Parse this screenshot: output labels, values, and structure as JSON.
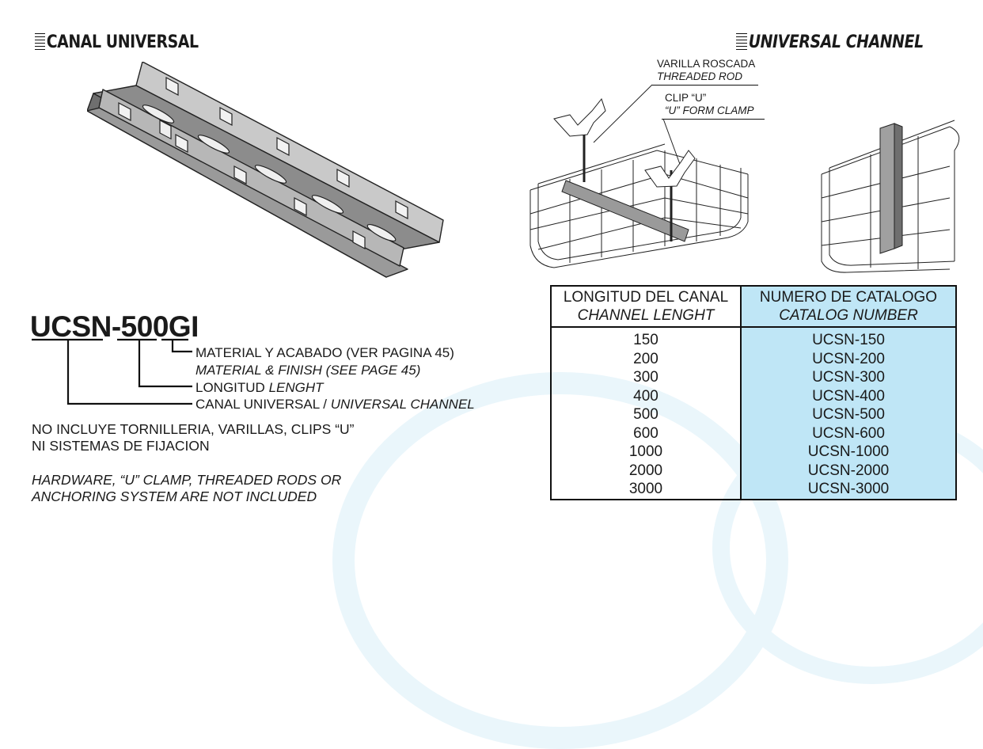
{
  "header_left": "CANAL UNIVERSAL",
  "header_right": "UNIVERSAL CHANNEL",
  "code": {
    "model": "UCSN-500GI",
    "material_es": "MATERIAL Y ACABADO (VER PAGINA 45)",
    "material_en": "MATERIAL & FINISH (SEE PAGE 45)",
    "length_es": "LONGITUD",
    "length_en": "LENGHT",
    "channel_es": "CANAL UNIVERSAL",
    "channel_sep": "/",
    "channel_en": "UNIVERSAL CHANNEL"
  },
  "notes": {
    "es_line1": "NO INCLUYE TORNILLERIA, VARILLAS, CLIPS “U”",
    "es_line2": "NI SISTEMAS DE FIJACION",
    "en_line1": "HARDWARE, “U” CLAMP, THREADED RODS OR",
    "en_line2": "ANCHORING SYSTEM  ARE NOT INCLUDED"
  },
  "callouts": {
    "rod_es": "VARILLA ROSCADA",
    "rod_en": "THREADED ROD",
    "clip_es": "CLIP “U”",
    "clip_en": "“U” FORM CLAMP"
  },
  "table": {
    "col1_es": "LONGITUD DEL CANAL",
    "col1_en": "CHANNEL LENGHT",
    "col2_es": "NUMERO DE CATALOGO",
    "col2_en": "CATALOG NUMBER",
    "lengths": [
      "150",
      "200",
      "300",
      "400",
      "500",
      "600",
      "1000",
      "2000",
      "3000"
    ],
    "catalog": [
      "UCSN-150",
      "UCSN-200",
      "UCSN-300",
      "UCSN-400",
      "UCSN-500",
      "UCSN-600",
      "UCSN-1000",
      "UCSN-2000",
      "UCSN-3000"
    ],
    "highlight_color": "#bfe6f6"
  }
}
